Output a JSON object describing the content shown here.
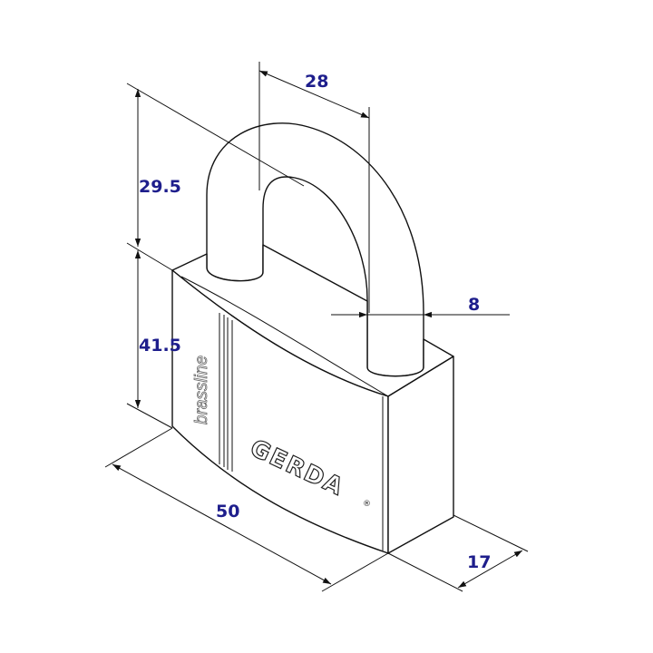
{
  "title": "Padlock dimension drawing",
  "colors": {
    "dimension_text": "#1e1e8c",
    "line": "#111111"
  },
  "dimensions": {
    "shackle_width": "28",
    "shackle_height": "29.5",
    "body_height": "41.5",
    "shackle_diameter": "8",
    "body_width": "50",
    "body_depth": "17"
  },
  "branding": {
    "series": "brassline",
    "logo": "GERDA",
    "registered": "®"
  }
}
